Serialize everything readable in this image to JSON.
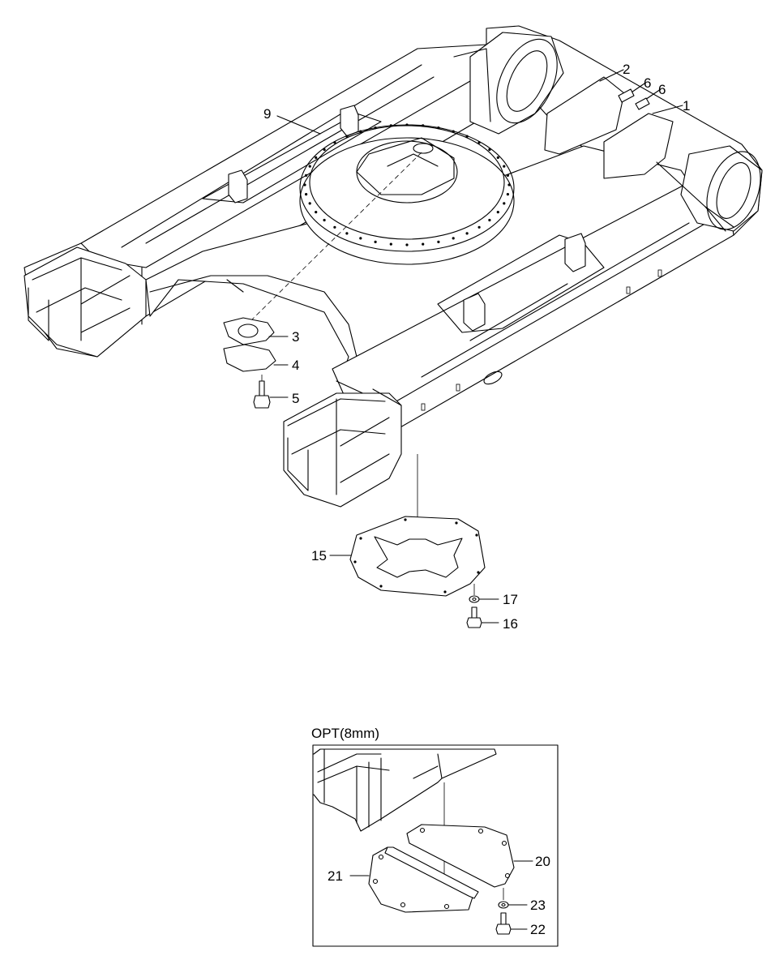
{
  "callouts": {
    "c1": "1",
    "c2": "2",
    "c3": "3",
    "c4": "4",
    "c5": "5",
    "c6a": "6",
    "c6b": "6",
    "c9": "9",
    "c15": "15",
    "c16": "16",
    "c17": "17",
    "c20": "20",
    "c21": "21",
    "c22": "22",
    "c23": "23"
  },
  "inset": {
    "title": "OPT(8mm)"
  }
}
